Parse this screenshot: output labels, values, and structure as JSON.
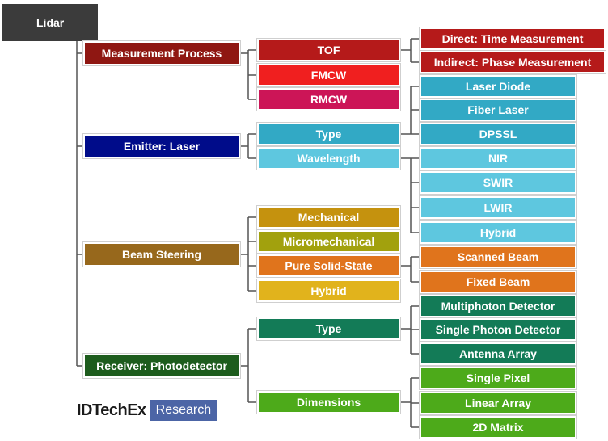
{
  "root": {
    "label": "Lidar"
  },
  "categories": {
    "measurement": {
      "label": "Measurement Process"
    },
    "emitter": {
      "label": "Emitter: Laser"
    },
    "beam": {
      "label": "Beam Steering"
    },
    "receiver": {
      "label": "Receiver: Photodetector"
    }
  },
  "measurement_items": {
    "tof": "TOF",
    "fmcw": "FMCW",
    "rmcw": "RMCW",
    "direct": "Direct: Time Measurement",
    "indirect": "Indirect: Phase Measurement"
  },
  "emitter_items": {
    "type": "Type",
    "wavelength": "Wavelength",
    "laser_diode": "Laser Diode",
    "fiber_laser": "Fiber Laser",
    "dpssl": "DPSSL",
    "nir": "NIR",
    "swir": "SWIR",
    "lwir": "LWIR",
    "hybrid": "Hybrid"
  },
  "beam_items": {
    "mechanical": "Mechanical",
    "micromechanical": "Micromechanical",
    "pure_solid_state": "Pure Solid-State",
    "hybrid": "Hybrid",
    "scanned_beam": "Scanned Beam",
    "fixed_beam": "Fixed Beam"
  },
  "receiver_items": {
    "type": "Type",
    "dimensions": "Dimensions",
    "multiphoton": "Multiphoton Detector",
    "single_photon": "Single Photon Detector",
    "antenna": "Antenna Array",
    "single_pixel": "Single Pixel",
    "linear_array": "Linear Array",
    "matrix_2d": "2D Matrix"
  },
  "logo": {
    "main": "IDTechEx",
    "sub": "Research"
  },
  "colors": {
    "root": "#3b3b3b",
    "measurement": "#8f1712",
    "tof": "#b51a1a",
    "fmcw": "#f01f1f",
    "rmcw": "#cc1557",
    "emitter": "#000c8a",
    "emitter_type": "#32a9c5",
    "emitter_wave": "#5ec7df",
    "beam": "#97681c",
    "mechanical": "#c5920e",
    "micromechanical": "#a2a10d",
    "pure_solid": "#e0741c",
    "beam_hybrid": "#e1b31c",
    "receiver": "#1d5c1d",
    "receiver_type": "#137b57",
    "dimensions": "#4daa1a",
    "connector": "#555555"
  }
}
